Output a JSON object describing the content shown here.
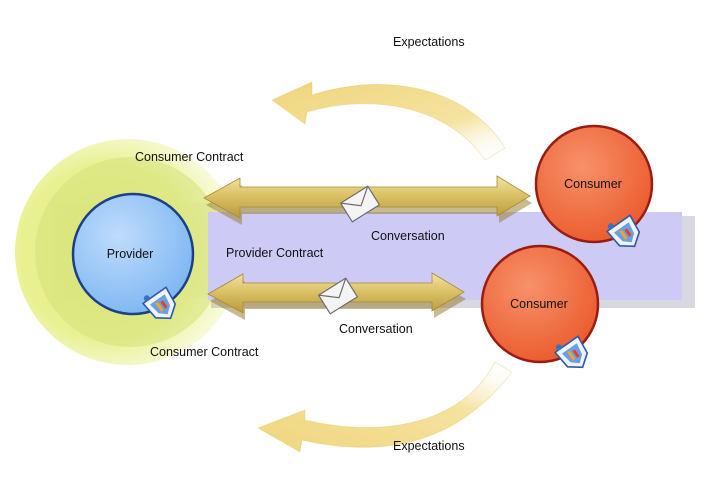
{
  "labels": {
    "expectations_top": "Expectations",
    "expectations_bottom": "Expectations",
    "consumer_contract_top": "Consumer Contract",
    "consumer_contract_bottom": "Consumer Contract",
    "provider_contract": "Provider Contract",
    "conversation_top": "Conversation",
    "conversation_bottom": "Conversation"
  },
  "nodes": {
    "provider": "Provider",
    "consumer_top": "Consumer",
    "consumer_bottom": "Consumer"
  },
  "colors": {
    "provider_fill": "#8fc4f8",
    "provider_border": "#1b3f8a",
    "consumer_fill": "#f2683a",
    "consumer_border": "#9a1c10",
    "contract_halo": "#e7ef86",
    "contract_inner": "#cfe07a",
    "lavender_band": "#cfcdf7",
    "arrow_gold": "#dcc46a",
    "expectation_arrow": "#f3dc8a"
  },
  "icons": [
    "message-icon",
    "shield-badge-icon",
    "shield-badge-icon",
    "shield-badge-icon"
  ]
}
